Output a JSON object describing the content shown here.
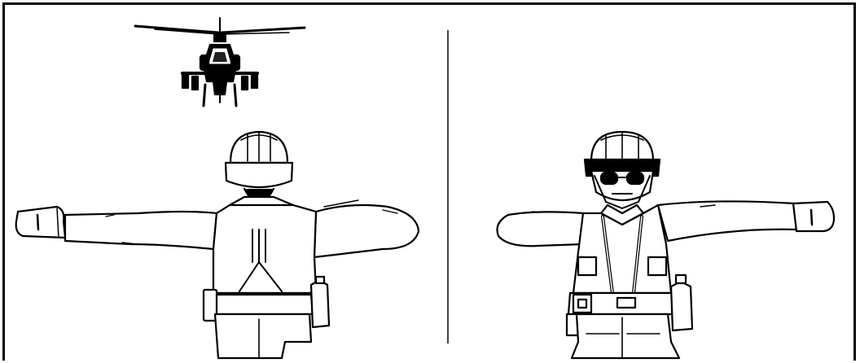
{
  "figure": {
    "panels": [
      {
        "id": "left",
        "subject": "signalman-back-view",
        "aircraft": "attack-helicopter"
      },
      {
        "id": "right",
        "subject": "signalman-front-view"
      }
    ],
    "colors": {
      "ink": "#000000",
      "paper": "#ffffff",
      "divider": "#444444"
    }
  }
}
